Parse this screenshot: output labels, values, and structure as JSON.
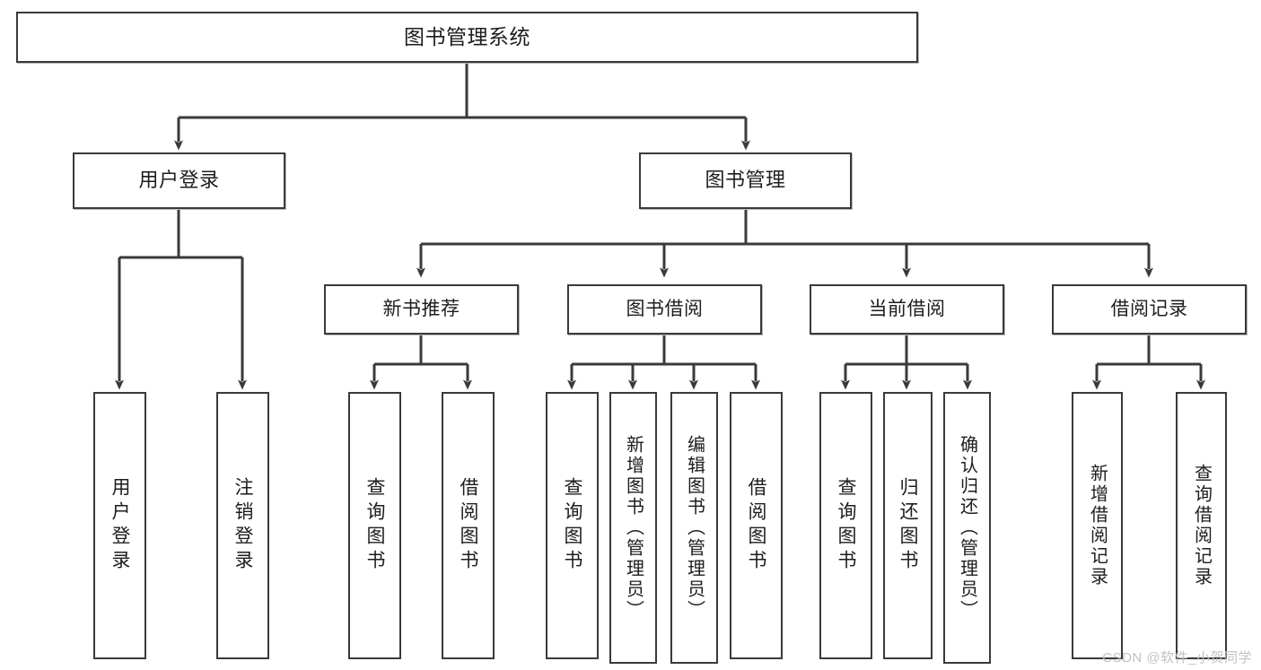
{
  "diagram": {
    "type": "tree",
    "title": "图书管理系统",
    "watermark": "CSDN @软件_小贺同学",
    "colors": {
      "box_border": "#3a3a3a",
      "box_fill": "#ffffff",
      "connector": "#3a3a3a",
      "text": "#1d1d1d",
      "watermark": "#c2c2c2",
      "page_background": "#ffffff"
    },
    "levels": 4
  },
  "nodes": {
    "root": {
      "label": "图书管理系统"
    },
    "level2": [
      {
        "label": "用户登录"
      },
      {
        "label": "图书管理"
      }
    ],
    "level3": [
      {
        "label": "新书推荐"
      },
      {
        "label": "图书借阅"
      },
      {
        "label": "当前借阅"
      },
      {
        "label": "借阅记录"
      }
    ],
    "leaves": {
      "user_login": [
        {
          "label": "用户登录"
        },
        {
          "label": "注销登录"
        }
      ],
      "new_book_recommend": [
        {
          "label": "查询图书"
        },
        {
          "label": "借阅图书"
        }
      ],
      "book_borrow": [
        {
          "label": "查询图书"
        },
        {
          "label": "新增图书（管理员）"
        },
        {
          "label": "编辑图书（管理员）"
        },
        {
          "label": "借阅图书"
        }
      ],
      "current_borrow": [
        {
          "label": "查询图书"
        },
        {
          "label": "归还图书"
        },
        {
          "label": "确认归还（管理员）"
        }
      ],
      "borrow_record": [
        {
          "label": "新增借阅记录"
        },
        {
          "label": "查询借阅记录"
        }
      ]
    }
  },
  "tree_data": {
    "name": "图书管理系统",
    "children": [
      {
        "name": "用户登录",
        "children": [
          {
            "name": "用户登录"
          },
          {
            "name": "注销登录"
          }
        ]
      },
      {
        "name": "图书管理",
        "children": [
          {
            "name": "新书推荐",
            "children": [
              {
                "name": "查询图书"
              },
              {
                "name": "借阅图书"
              }
            ]
          },
          {
            "name": "图书借阅",
            "children": [
              {
                "name": "查询图书"
              },
              {
                "name": "新增图书（管理员）"
              },
              {
                "name": "编辑图书（管理员）"
              },
              {
                "name": "借阅图书"
              }
            ]
          },
          {
            "name": "当前借阅",
            "children": [
              {
                "name": "查询图书"
              },
              {
                "name": "归还图书"
              },
              {
                "name": "确认归还（管理员）"
              }
            ]
          },
          {
            "name": "借阅记录",
            "children": [
              {
                "name": "新增借阅记录"
              },
              {
                "name": "查询借阅记录"
              }
            ]
          }
        ]
      }
    ]
  }
}
